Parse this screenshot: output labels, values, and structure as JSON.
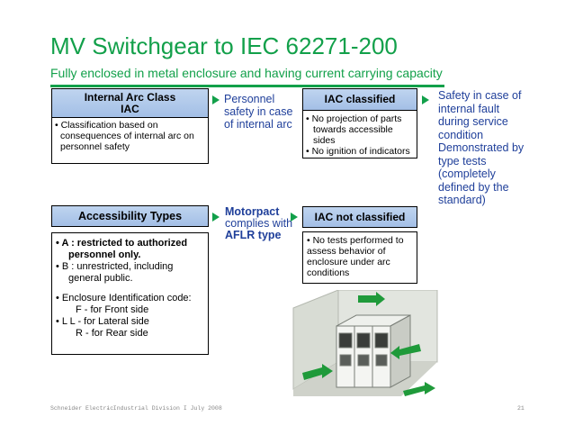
{
  "title": "MV Switchgear to IEC 62271-200",
  "subtitle": "Fully enclosed in metal enclosure and having current carrying capacity",
  "colors": {
    "accent": "#12a04a",
    "header_fill": "#b3cbec",
    "note_blue": "#1f3f9a"
  },
  "iac_panel": {
    "header_line1": "Internal Arc Class",
    "header_line2": "IAC",
    "bullet1": "• Classification based on",
    "bullet1_cont": "consequences of internal arc on",
    "bullet1_cont2": "personnel safety"
  },
  "personnel_note": {
    "line1": "Personnel",
    "line2": "safety in case",
    "line3": "of internal arc"
  },
  "iac_classified": {
    "header": "IAC classified",
    "b1": "• No projection of parts",
    "b1_cont": "towards accessible",
    "b1_cont2": "sides",
    "b2": "• No ignition of indicators"
  },
  "safety_note": {
    "l1": "Safety in case of",
    "l2": "internal fault",
    "l3": "during service",
    "l4": "condition",
    "l5": "Demonstrated by",
    "l6": "type tests",
    "l7": "(completely",
    "l8": "defined by the",
    "l9": "standard)"
  },
  "accessibility": {
    "header": "Accessibility Types",
    "a_line1": "• A : restricted to authorized",
    "a_line2": "personnel only.",
    "b_line1": "• B : unrestricted, including",
    "b_line2": "general public.",
    "enc_line": "• Enclosure Identification code:",
    "f_line": "F - for Front side",
    "l_line": "• L L - for Lateral side",
    "r_line": "R - for Rear side"
  },
  "motorpact_note": {
    "l1": "Motorpact",
    "l2": "complies with",
    "l3": "AFLR type"
  },
  "iac_not_classified": {
    "header": "IAC not classified",
    "l1": "• No tests performed to",
    "l2": "assess behavior of",
    "l3": "enclosure under arc",
    "l4": "conditions"
  },
  "footer": {
    "left": "Schneider Electric",
    "middle": "- Industrial Division I July 2008",
    "page": "21"
  }
}
